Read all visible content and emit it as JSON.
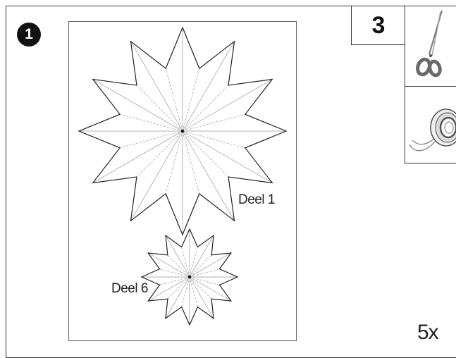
{
  "step1": {
    "number": "1"
  },
  "step3": {
    "number": "3"
  },
  "parts": [
    {
      "label": "Deel 1"
    },
    {
      "label": "Deel 6"
    }
  ],
  "quantity": "5x",
  "icons": [
    "scissors-icon",
    "tape-roll-icon"
  ]
}
